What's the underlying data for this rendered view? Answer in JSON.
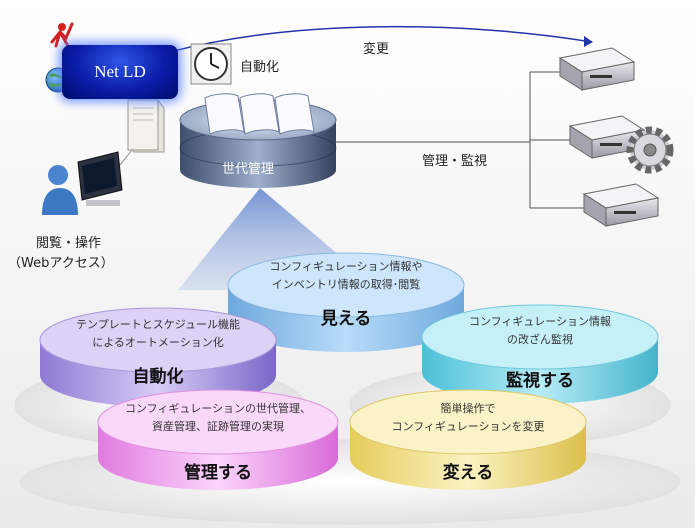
{
  "product": {
    "name": "Net LD"
  },
  "labels": {
    "automation": "自動化",
    "change": "変更",
    "generation": "世代管理",
    "manage_monitor": "管理・監視",
    "browse_op": "閲覧・操作",
    "web_access": "（Webアクセス）"
  },
  "disks": {
    "mieru": {
      "line1": "コンフィギュレーション情報や",
      "line2": "インベントリ情報の取得･閲覧",
      "title": "見える"
    },
    "jidouka": {
      "line1": "テンプレートとスケジュール機能",
      "line2": "によるオートメーション化",
      "title": "自動化"
    },
    "kanshi": {
      "line1": "コンフィギュレーション情報",
      "line2": "の改ざん監視",
      "title": "監視する"
    },
    "kanri": {
      "line1": "コンフィギュレーションの世代管理、",
      "line2": "資産管理、証跡管理の実現",
      "title": "管理する"
    },
    "kaeru": {
      "line1": "簡単操作で",
      "line2": "コンフィギュレーションを変更",
      "title": "変える"
    }
  },
  "colors": {
    "mieru": "#8fc4f0",
    "jidouka": "#b4a2e6",
    "kanshi": "#7ed4e6",
    "kanri": "#f0a8f0",
    "kaeru": "#f2e08a",
    "netld": "#0a1ca8"
  },
  "icons": [
    "logo-figure-icon",
    "globe-icon",
    "clock-icon",
    "document-icon",
    "server-tower-icon",
    "user-icon",
    "monitor-icon",
    "network-device-icon",
    "gear-icon",
    "database-icon"
  ]
}
